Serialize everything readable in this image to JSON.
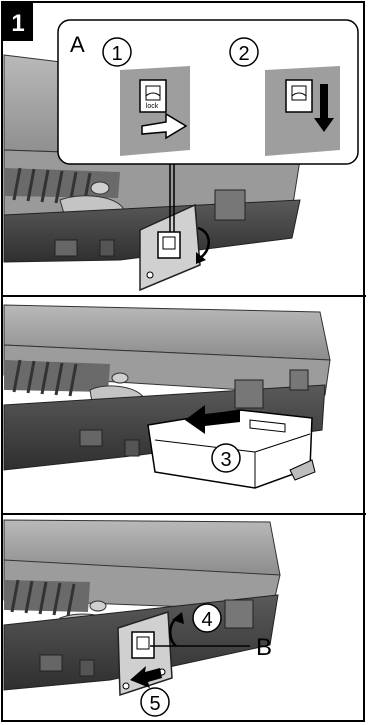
{
  "step": {
    "number": "1"
  },
  "callouts": {
    "A": "A",
    "B": "B",
    "circle_1": "1",
    "circle_2": "2",
    "circle_3": "3",
    "circle_4": "4",
    "circle_5": "5"
  },
  "colors": {
    "laptop_light": "#a8a8a8",
    "laptop_mid": "#8a8a8a",
    "laptop_dark": "#3e3e3e",
    "panel_gray": "#9e9e9e",
    "white": "#ffffff",
    "black": "#000000"
  }
}
